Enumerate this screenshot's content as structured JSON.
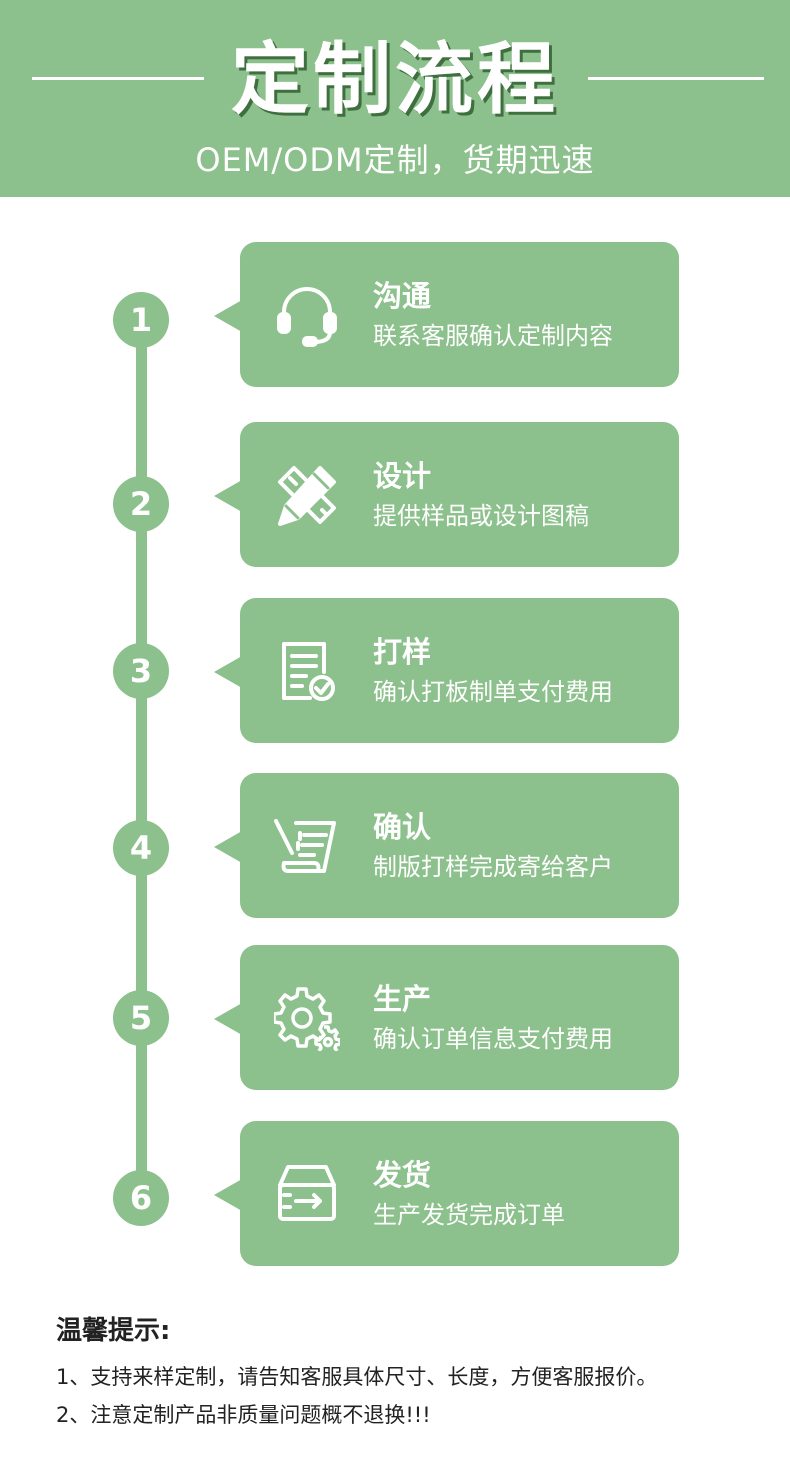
{
  "header": {
    "title": "定制流程",
    "subtitle": "OEM/ODM定制，货期迅速"
  },
  "steps": [
    {
      "number": "1",
      "title": "沟通",
      "description": "联系客服确认定制内容",
      "icon": "headset-icon"
    },
    {
      "number": "2",
      "title": "设计",
      "description": "提供样品或设计图稿",
      "icon": "pencil-ruler-icon"
    },
    {
      "number": "3",
      "title": "打样",
      "description": "确认打板制单支付费用",
      "icon": "document-check-icon"
    },
    {
      "number": "4",
      "title": "确认",
      "description": "制版打样完成寄给客户",
      "icon": "paper-pen-icon"
    },
    {
      "number": "5",
      "title": "生产",
      "description": "确认订单信息支付费用",
      "icon": "gears-icon"
    },
    {
      "number": "6",
      "title": "发货",
      "description": "生产发货完成订单",
      "icon": "delivery-box-icon"
    }
  ],
  "notes": {
    "title": "温馨提示:",
    "items": [
      "1、支持来样定制，请告知客服具体尺寸、长度，方便客服报价。",
      "2、注意定制产品非质量问题概不退换!!!"
    ]
  },
  "colors": {
    "accent": "#8cc08c",
    "title_shadow": "#3f6e3f",
    "text_dark": "#222222"
  }
}
